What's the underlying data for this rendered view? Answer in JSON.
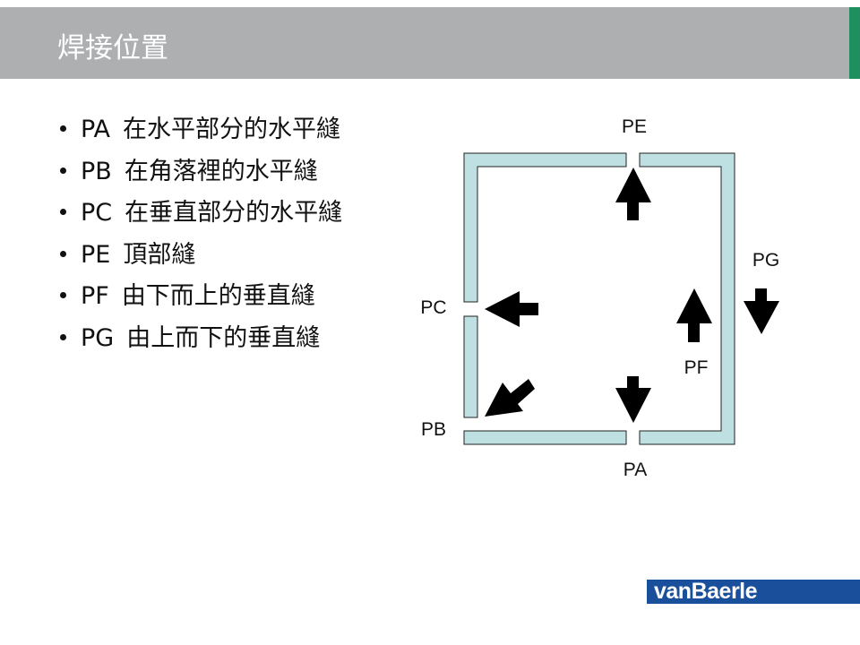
{
  "title": "焊接位置",
  "bullets": [
    {
      "code": "PA",
      "text": "在水平部分的水平縫"
    },
    {
      "code": "PB",
      "text": "在角落裡的水平縫"
    },
    {
      "code": "PC",
      "text": "在垂直部分的水平縫"
    },
    {
      "code": "PE",
      "text": "頂部縫"
    },
    {
      "code": "PF",
      "text": "由下而上的垂直縫"
    },
    {
      "code": "PG",
      "text": "由上而下的垂直縫"
    }
  ],
  "diagram": {
    "labels": {
      "PE": "PE",
      "PG": "PG",
      "PC": "PC",
      "PF": "PF",
      "PB": "PB",
      "PA": "PA"
    },
    "plate_color": "#bfe0e3"
  },
  "logo": "vanBaerle"
}
